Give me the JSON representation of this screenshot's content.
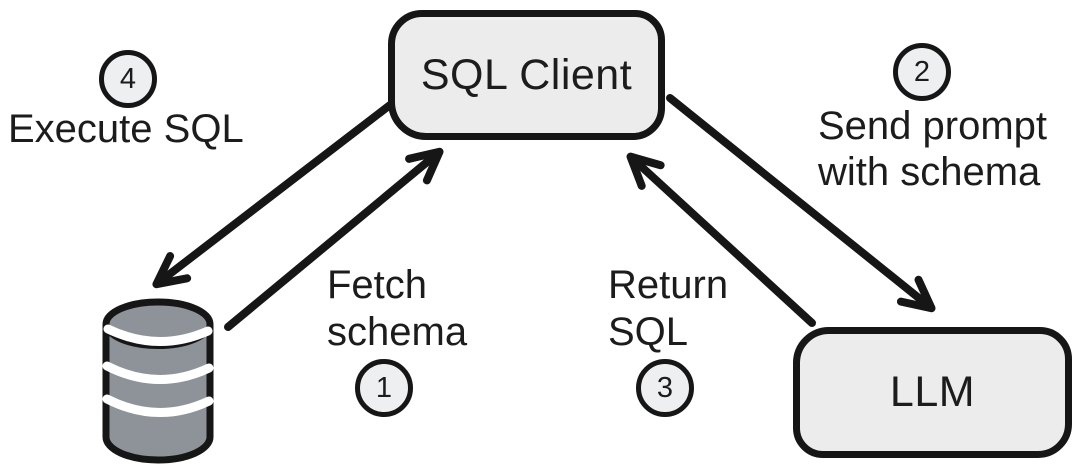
{
  "diagram": {
    "title_implicit": "SQL generation flow between SQL Client, database and LLM",
    "nodes": {
      "sql_client": {
        "label": "SQL Client"
      },
      "llm": {
        "label": "LLM"
      },
      "database": {
        "icon": "database-cylinder-icon"
      }
    },
    "steps": [
      {
        "number": "1",
        "label": "Fetch schema"
      },
      {
        "number": "2",
        "label": "Send prompt with schema"
      },
      {
        "number": "3",
        "label": "Return SQL"
      },
      {
        "number": "4",
        "label": "Execute SQL"
      }
    ],
    "edges": [
      {
        "step": "4",
        "from": "sql_client",
        "to": "database",
        "label": "Execute SQL"
      },
      {
        "step": "1",
        "from": "database",
        "to": "sql_client",
        "label": "Fetch schema"
      },
      {
        "step": "2",
        "from": "sql_client",
        "to": "llm",
        "label": "Send prompt with schema"
      },
      {
        "step": "3",
        "from": "llm",
        "to": "sql_client",
        "label": "Return SQL"
      }
    ],
    "colors": {
      "background": "#ffffff",
      "ink": "#161616",
      "node_fill": "#ececec",
      "badge_fill": "#edeff1",
      "cylinder_fill": "#8e939a",
      "cylinder_stripe": "#ffffff",
      "text": "#1c1c1c"
    }
  }
}
